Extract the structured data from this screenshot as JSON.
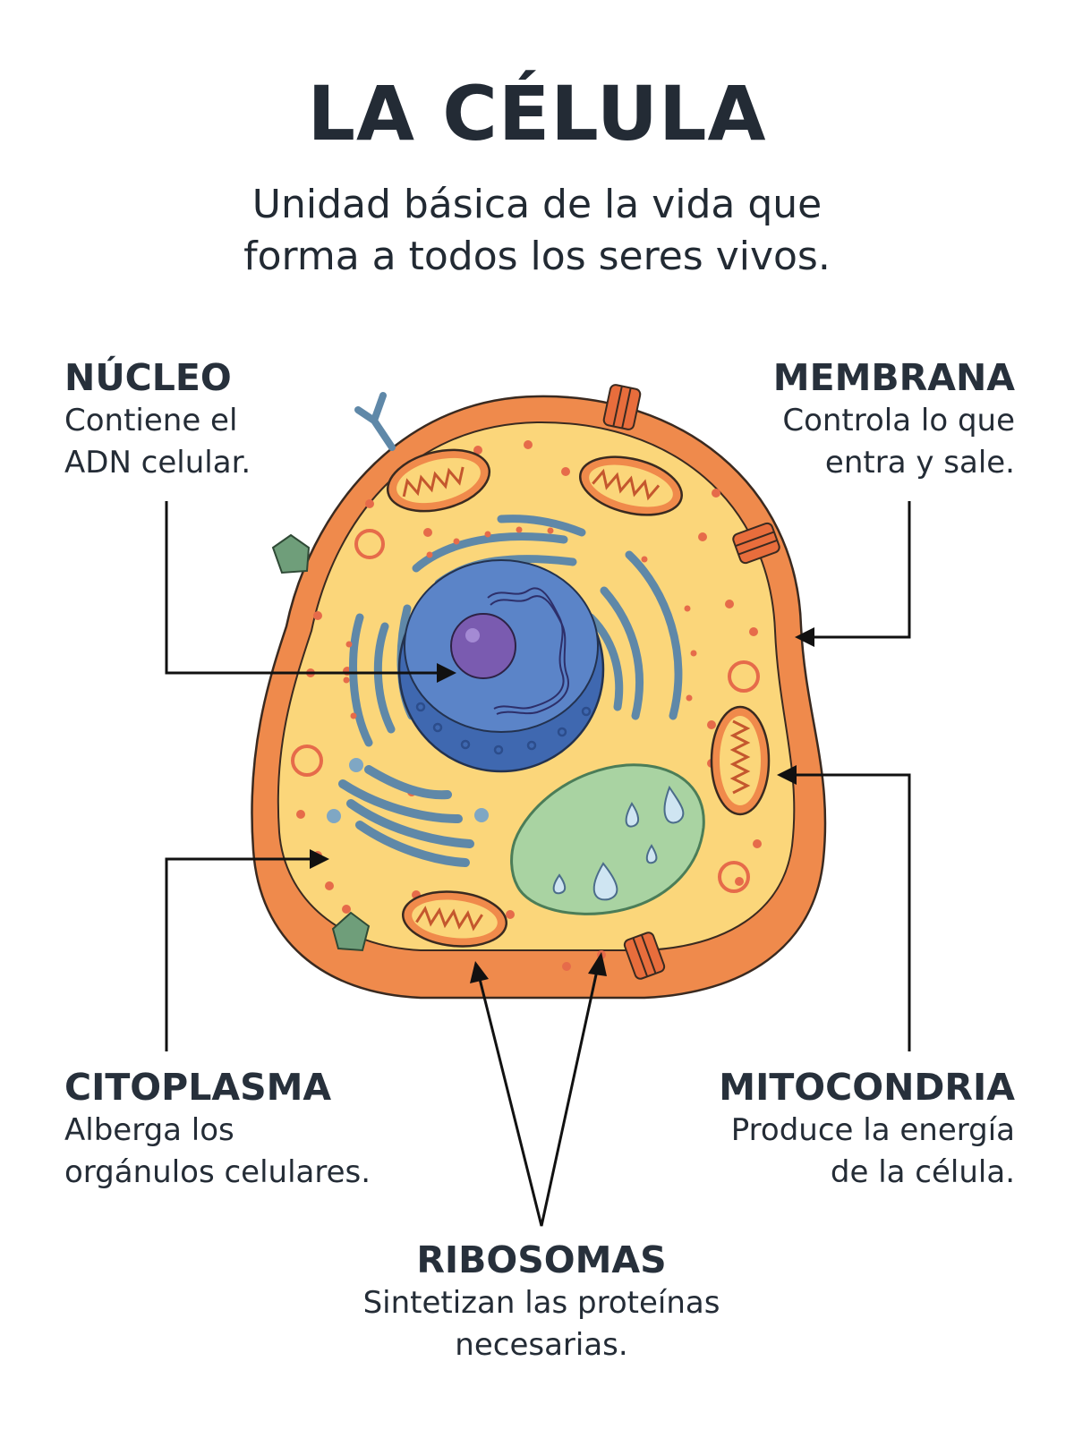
{
  "title": "LA CÉLULA",
  "subtitle": {
    "line1": "Unidad básica de la vida que",
    "line2": "forma a todos los seres vivos."
  },
  "labels": {
    "nucleo": {
      "name": "NÚCLEO",
      "line1": "Contiene el",
      "line2": "ADN celular."
    },
    "membrana": {
      "name": "MEMBRANA",
      "line1": "Controla lo que",
      "line2": "entra y sale."
    },
    "citoplasma": {
      "name": "CITOPLASMA",
      "line1": "Alberga los",
      "line2": "orgánulos celulares."
    },
    "mitocondria": {
      "name": "MITOCONDRIA",
      "line1": "Produce la energía",
      "line2": "de la célula."
    },
    "ribosomas": {
      "name": "RIBOSOMAS",
      "line1": "Sintetizan las proteínas",
      "line2": "necesarias."
    }
  },
  "colors": {
    "membrane": "#ef8a4c",
    "cytoplasm": "#fbd67a",
    "nucleus": "#5b84c8",
    "nucleolus": "#7a5bb0",
    "er": "#5f88a8",
    "mitochondria": "#f08a4b",
    "vacuole": "#a9d3a2",
    "arrow": "#111111"
  }
}
